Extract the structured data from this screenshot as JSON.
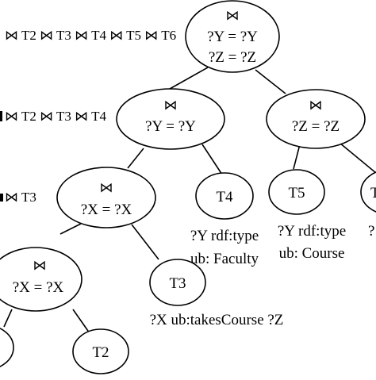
{
  "diagram": {
    "join_symbol": "⋈",
    "side_labels": {
      "row1": "⋈ T2 ⋈ T3 ⋈ T4 ⋈ T5 ⋈ T6",
      "row2": "⋈ T2 ⋈ T3 ⋈ T4",
      "row3": "⋈ T3"
    },
    "nodes": {
      "root": {
        "line1": "⋈",
        "line2": "?Y = ?Y",
        "line3": "?Z = ?Z"
      },
      "j_yy": {
        "line1": "⋈",
        "line2": "?Y = ?Y"
      },
      "j_zz": {
        "line1": "⋈",
        "line2": "?Z = ?Z"
      },
      "j_xx_upper": {
        "line1": "⋈",
        "line2": "?X = ?X"
      },
      "j_xx_lower": {
        "line1": "⋈",
        "line2": "?X = ?X"
      },
      "t4": {
        "label": "T4"
      },
      "t5": {
        "label": "T5"
      },
      "t6": {
        "label": "T"
      },
      "t3": {
        "label": "T3"
      },
      "t2": {
        "label": "T2"
      }
    },
    "annotations": {
      "t4_line1": "?Y rdf:type",
      "t4_line2": "ub: Faculty",
      "t5_line1": "?Y rdf:type",
      "t5_line2": "ub: Course",
      "t6_partial": "?",
      "t3_line1": "?X ub:takesCourse ?Z"
    }
  }
}
